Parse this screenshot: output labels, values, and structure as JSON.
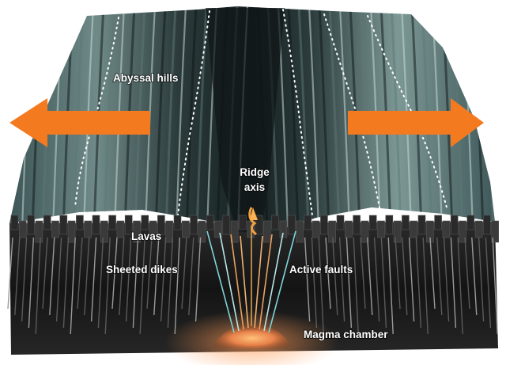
{
  "labels": {
    "abyssal_hills": "Abyssal hills",
    "ridge_axis_line1": "Ridge",
    "ridge_axis_line2": "axis",
    "lavas": "Lavas",
    "sheeted_dikes": "Sheeted dikes",
    "active_faults": "Active faults",
    "magma_chamber": "Magma chamber"
  },
  "colors": {
    "arrow": "#f47a20",
    "seafloor_dark": "#1f2a2b",
    "seafloor_light": "#9fb6b2",
    "crust": "#1a1a1a",
    "magma": "#e8824a",
    "fault_line": "#7fd3d6",
    "dotted_line": "#ffffff"
  },
  "icons": {
    "left_arrow": "arrow-left-icon",
    "right_arrow": "arrow-right-icon"
  }
}
